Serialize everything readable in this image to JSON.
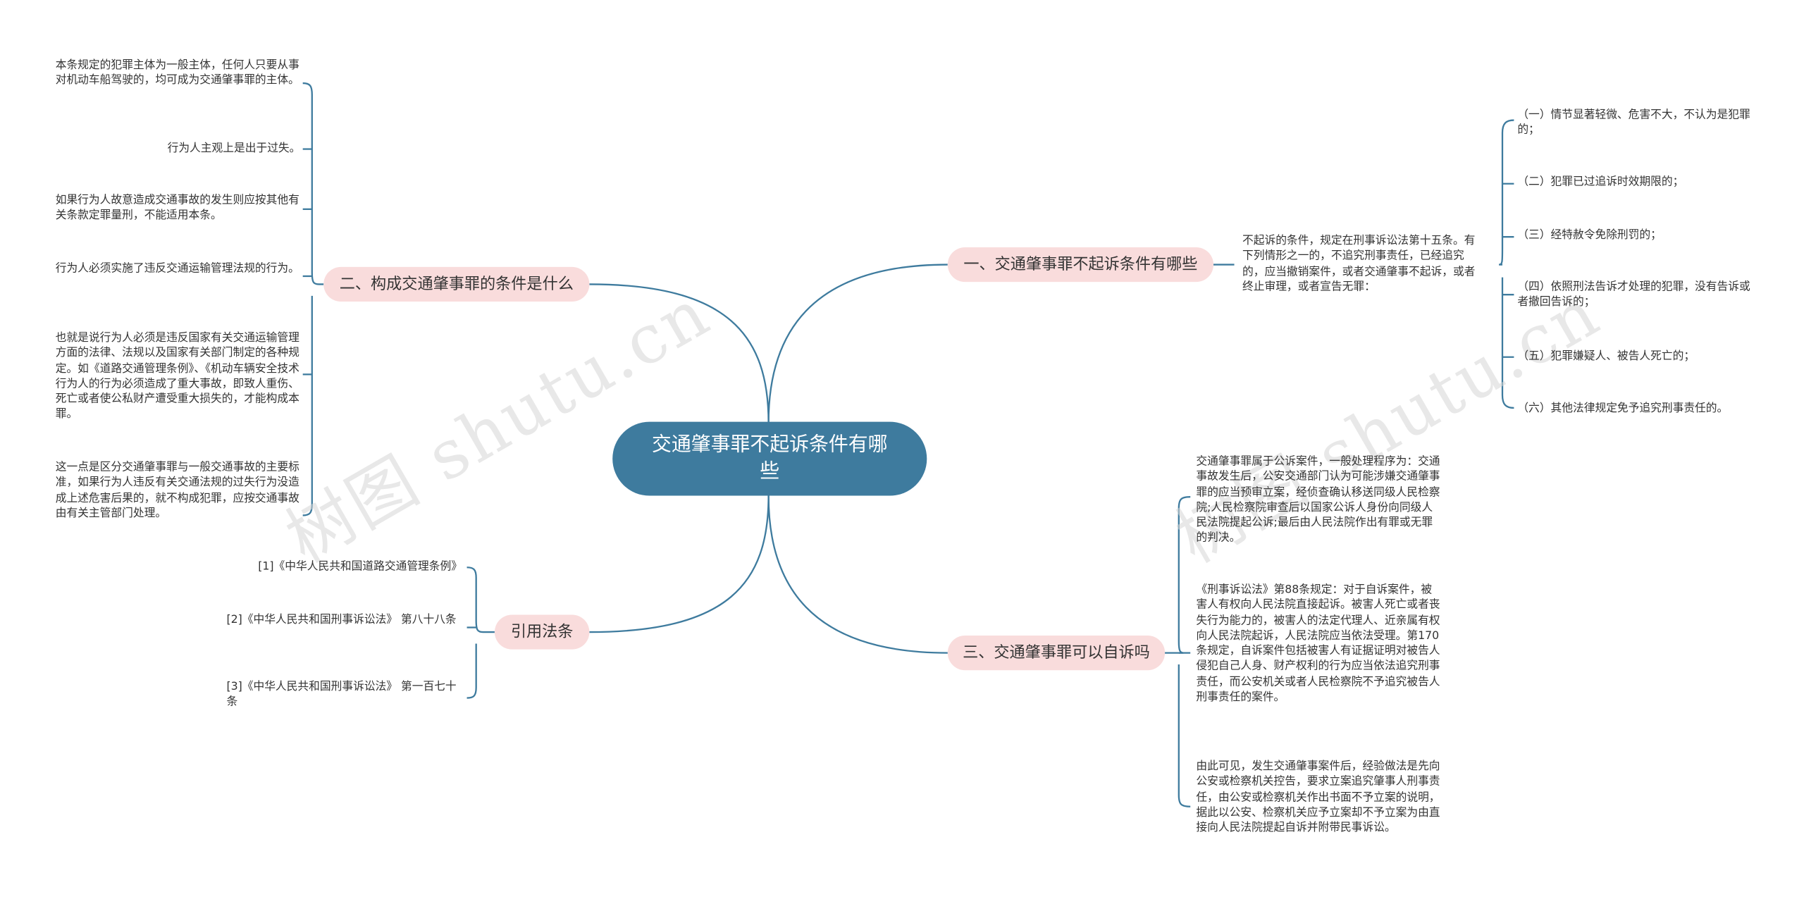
{
  "watermark": "树图 shutu.cn",
  "root": "交通肇事罪不起诉条件有哪些",
  "branches": {
    "b1": {
      "label": "一、交通肇事罪不起诉条件有哪些",
      "intro": "不起诉的条件，规定在刑事诉讼法第十五条。有下列情形之一的，不追究刑事责任，已经追究的，应当撤销案件，或者交通肇事不起诉，或者终止审理，或者宣告无罪：",
      "items": [
        "（一）情节显著轻微、危害不大，不认为是犯罪的；",
        "（二）犯罪已过追诉时效期限的；",
        "（三）经特赦令免除刑罚的；",
        "（四）依照刑法告诉才处理的犯罪，没有告诉或者撤回告诉的；",
        "（五）犯罪嫌疑人、被告人死亡的；",
        "（六）其他法律规定免予追究刑事责任的。"
      ]
    },
    "b2": {
      "label": "二、构成交通肇事罪的条件是什么",
      "items": [
        "本条规定的犯罪主体为一般主体，任何人只要从事对机动车船驾驶的，均可成为交通肇事罪的主体。",
        "行为人主观上是出于过失。",
        "如果行为人故意造成交通事故的发生则应按其他有关条款定罪量刑，不能适用本条。",
        "行为人必须实施了违反交通运输管理法规的行为。",
        "也就是说行为人必须是违反国家有关交通运输管理方面的法律、法规以及国家有关部门制定的各种规定。如《道路交通管理条例》、《机动车辆安全技术行为人的行为必须造成了重大事故，即致人重伤、死亡或者使公私财产遭受重大损失的，才能构成本罪。",
        "这一点是区分交通肇事罪与一般交通事故的主要标准，如果行为人违反有关交通法规的过失行为没造成上述危害后果的，就不构成犯罪，应按交通事故由有关主管部门处理。"
      ]
    },
    "b3": {
      "label": "三、交通肇事罪可以自诉吗",
      "items": [
        "交通肇事罪属于公诉案件，一般处理程序为：交通事故发生后，公安交通部门认为可能涉嫌交通肇事罪的应当预审立案，经侦查确认移送同级人民检察院;人民检察院审查后以国家公诉人身份向同级人民法院提起公诉;最后由人民法院作出有罪或无罪的判决。",
        "《刑事诉讼法》第88条规定：对于自诉案件，被害人有权向人民法院直接起诉。被害人死亡或者丧失行为能力的，被害人的法定代理人、近亲属有权向人民法院起诉，人民法院应当依法受理。第170条规定，自诉案件包括被害人有证据证明对被告人侵犯自己人身、财产权利的行为应当依法追究刑事责任，而公安机关或者人民检察院不予追究被告人刑事责任的案件。",
        "由此可见，发生交通肇事案件后，经验做法是先向公安或检察机关控告，要求立案追究肇事人刑事责任，由公安或检察机关作出书面不予立案的说明，据此以公安、检察机关应予立案却不予立案为由直接向人民法院提起自诉并附带民事诉讼。"
      ]
    },
    "b4": {
      "label": "引用法条",
      "items": [
        "[1]《中华人民共和国道路交通管理条例》",
        "[2]《中华人民共和国刑事诉讼法》 第八十八条",
        "[3]《中华人民共和国刑事诉讼法》 第一百七十条"
      ]
    }
  },
  "colors": {
    "root": "#3e7b9e",
    "branch": "#f9dcdc",
    "line": "#3e7b9e",
    "watermark": "#d6d6d6"
  }
}
